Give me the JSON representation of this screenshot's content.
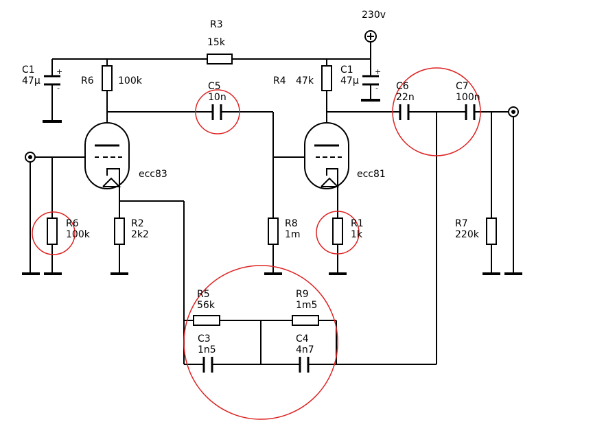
{
  "supply": {
    "label": "230v",
    "terminal": "+"
  },
  "components": {
    "c1_left": {
      "ref": "C1",
      "value": "47µ"
    },
    "c1_right": {
      "ref": "C1",
      "value": "47µ"
    },
    "r3": {
      "ref": "R3",
      "value": "15k"
    },
    "r6_anode": {
      "ref": "R6",
      "value": "100k"
    },
    "r4": {
      "ref": "R4",
      "value": "47k"
    },
    "c5": {
      "ref": "C5",
      "value": "10n"
    },
    "c6": {
      "ref": "C6",
      "value": "22n"
    },
    "c7": {
      "ref": "C7",
      "value": "100n"
    },
    "r6_grid": {
      "ref": "R6",
      "value": "100k"
    },
    "r2": {
      "ref": "R2",
      "value": "2k2"
    },
    "r8": {
      "ref": "R8",
      "value": "1m"
    },
    "r1": {
      "ref": "R1",
      "value": "1k"
    },
    "r7": {
      "ref": "R7",
      "value": "220k"
    },
    "r5": {
      "ref": "R5",
      "value": "56k"
    },
    "r9": {
      "ref": "R9",
      "value": "1m5"
    },
    "c3": {
      "ref": "C3",
      "value": "1n5"
    },
    "c4": {
      "ref": "C4",
      "value": "4n7"
    }
  },
  "tubes": {
    "v1": {
      "label": "ecc83"
    },
    "v2": {
      "label": "ecc81"
    }
  },
  "polarity": {
    "plus": "+",
    "minus": "-"
  },
  "colors": {
    "wire": "#000000",
    "highlight": "#dd2222",
    "background": "#ffffff"
  }
}
